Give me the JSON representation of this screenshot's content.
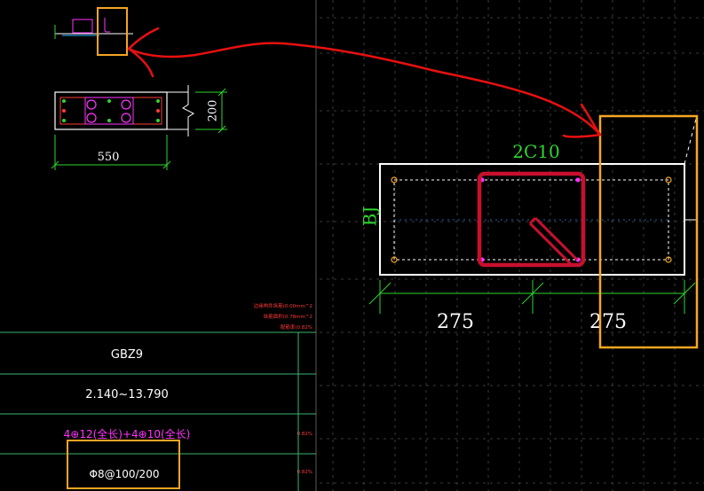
{
  "colors": {
    "background": "#000000",
    "grid": "#3a3a3a",
    "outline": "#ffffff",
    "dim": "#2ed62e",
    "rebar": "#ff3a3a",
    "stirrup": "#ff33ff",
    "highlight_box": "#f5a623",
    "annotation_arrow": "#e81010",
    "tie_highlight": "#c8102e",
    "label_green": "#2ed62e",
    "table_line": "#3cb371",
    "table_text": "#ffffff",
    "table_magenta": "#ff33ff",
    "small_red_notes": "#ff3a3a"
  },
  "left_detail": {
    "dim_height": "200",
    "dim_width": "550"
  },
  "notes": {
    "line1": "边缘构件纵筋(0.00mm^2",
    "line2": "纵筋面积(0.78mm^2",
    "line3": "配筋率(0.82%",
    "side1": "0.82%",
    "side2": "0.82%"
  },
  "table": {
    "name": "GBZ9",
    "elevation": "2.140~13.790",
    "longitudinal": "4⊕12(全长)+4⊕10(全长)",
    "stirrup": "Φ8@100/200"
  },
  "right_detail": {
    "rebar_label": "2C10",
    "side_label": "BJ",
    "dim_left": "275",
    "dim_right": "275"
  }
}
